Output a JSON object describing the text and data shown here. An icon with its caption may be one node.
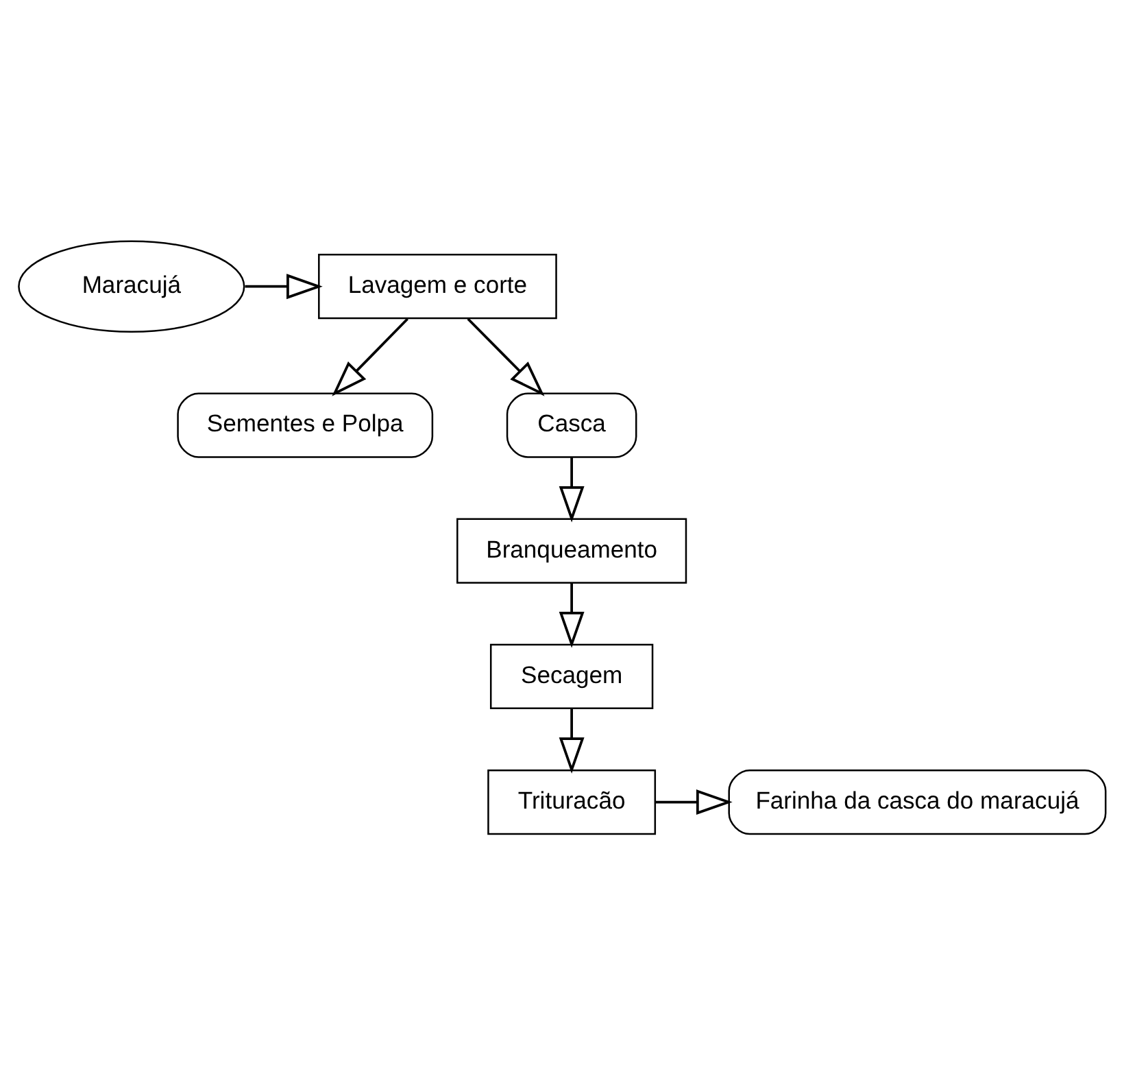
{
  "diagram": {
    "nodes": [
      {
        "text": [
          "Maracujá"
        ]
      },
      {
        "text": [
          "Lavagem e corte"
        ]
      },
      {
        "text": [
          "Sementes e Polpa"
        ]
      },
      {
        "text": [
          "Casca"
        ]
      },
      {
        "text": [
          "Branqueamento"
        ]
      },
      {
        "text": [
          "Secagem"
        ]
      },
      {
        "text": [
          "Trituracão"
        ]
      },
      {
        "text": [
          "Farinha da casca do maracujá"
        ]
      }
    ],
    "edges": [
      {
        "from": 0,
        "to": 1,
        "arrow": "to"
      },
      {
        "from": 1,
        "to": 2,
        "arrow": "to"
      },
      {
        "from": 1,
        "to": 3,
        "arrow": "to"
      },
      {
        "from": 3,
        "to": 4,
        "arrow": "to"
      },
      {
        "from": 4,
        "to": 5,
        "arrow": "to"
      },
      {
        "from": 5,
        "to": 6,
        "arrow": "to"
      },
      {
        "from": 6,
        "to": 7,
        "arrow": "to"
      }
    ]
  }
}
